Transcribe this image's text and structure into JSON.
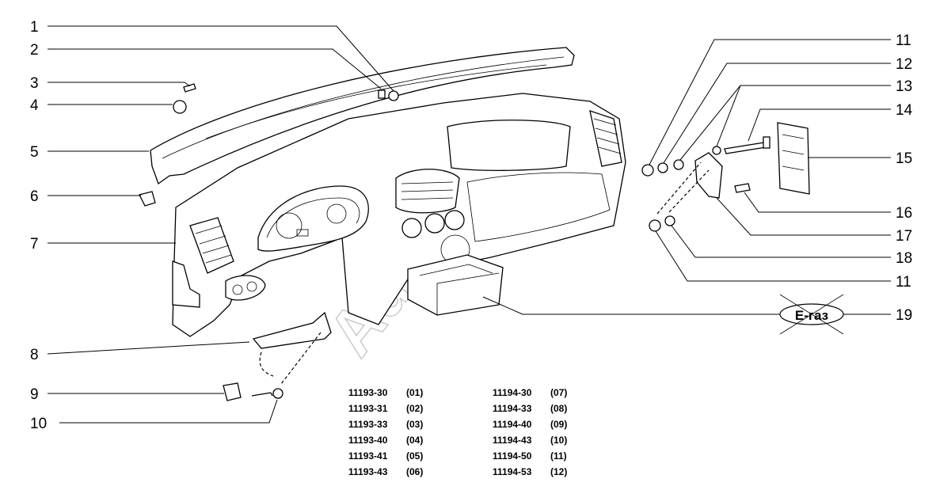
{
  "callouts_left": [
    "1",
    "2",
    "3",
    "4",
    "5",
    "6",
    "7",
    "8",
    "9",
    "10"
  ],
  "callouts_right": [
    "11",
    "12",
    "13",
    "14",
    "15",
    "16",
    "17",
    "18",
    "11",
    "19"
  ],
  "badge": "E-газ",
  "watermark": "AutoSoft",
  "codes_col1": [
    {
      "code": "11193-30",
      "ref": "(01)"
    },
    {
      "code": "11193-31",
      "ref": "(02)"
    },
    {
      "code": "11193-33",
      "ref": "(03)"
    },
    {
      "code": "11193-40",
      "ref": "(04)"
    },
    {
      "code": "11193-41",
      "ref": "(05)"
    },
    {
      "code": "11193-43",
      "ref": "(06)"
    }
  ],
  "codes_col2": [
    {
      "code": "11194-30",
      "ref": "(07)"
    },
    {
      "code": "11194-33",
      "ref": "(08)"
    },
    {
      "code": "11194-40",
      "ref": "(09)"
    },
    {
      "code": "11194-43",
      "ref": "(10)"
    },
    {
      "code": "11194-50",
      "ref": "(11)"
    },
    {
      "code": "11194-53",
      "ref": "(12)"
    }
  ]
}
